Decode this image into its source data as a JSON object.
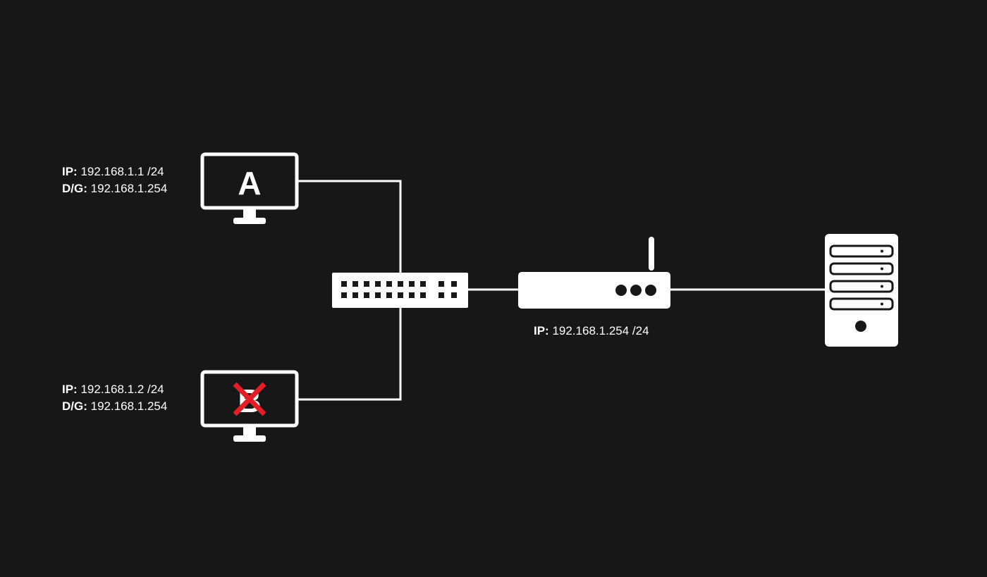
{
  "colors": {
    "background": "#171717",
    "foreground": "#ffffff",
    "error": "#e41e26"
  },
  "host_a": {
    "letter": "A",
    "ip_key": "IP:",
    "ip_value": "192.168.1.1 /24",
    "dg_key": "D/G:",
    "dg_value": "192.168.1.254"
  },
  "host_b": {
    "letter": "B",
    "status_icon": "red-x-icon",
    "ip_key": "IP:",
    "ip_value": "192.168.1.2 /24",
    "dg_key": "D/G:",
    "dg_value": "192.168.1.254"
  },
  "switch": {
    "icon": "network-switch-icon"
  },
  "router": {
    "icon": "router-icon",
    "ip_key": "IP:",
    "ip_value": "192.168.1.254 /24"
  },
  "server": {
    "icon": "server-tower-icon"
  }
}
